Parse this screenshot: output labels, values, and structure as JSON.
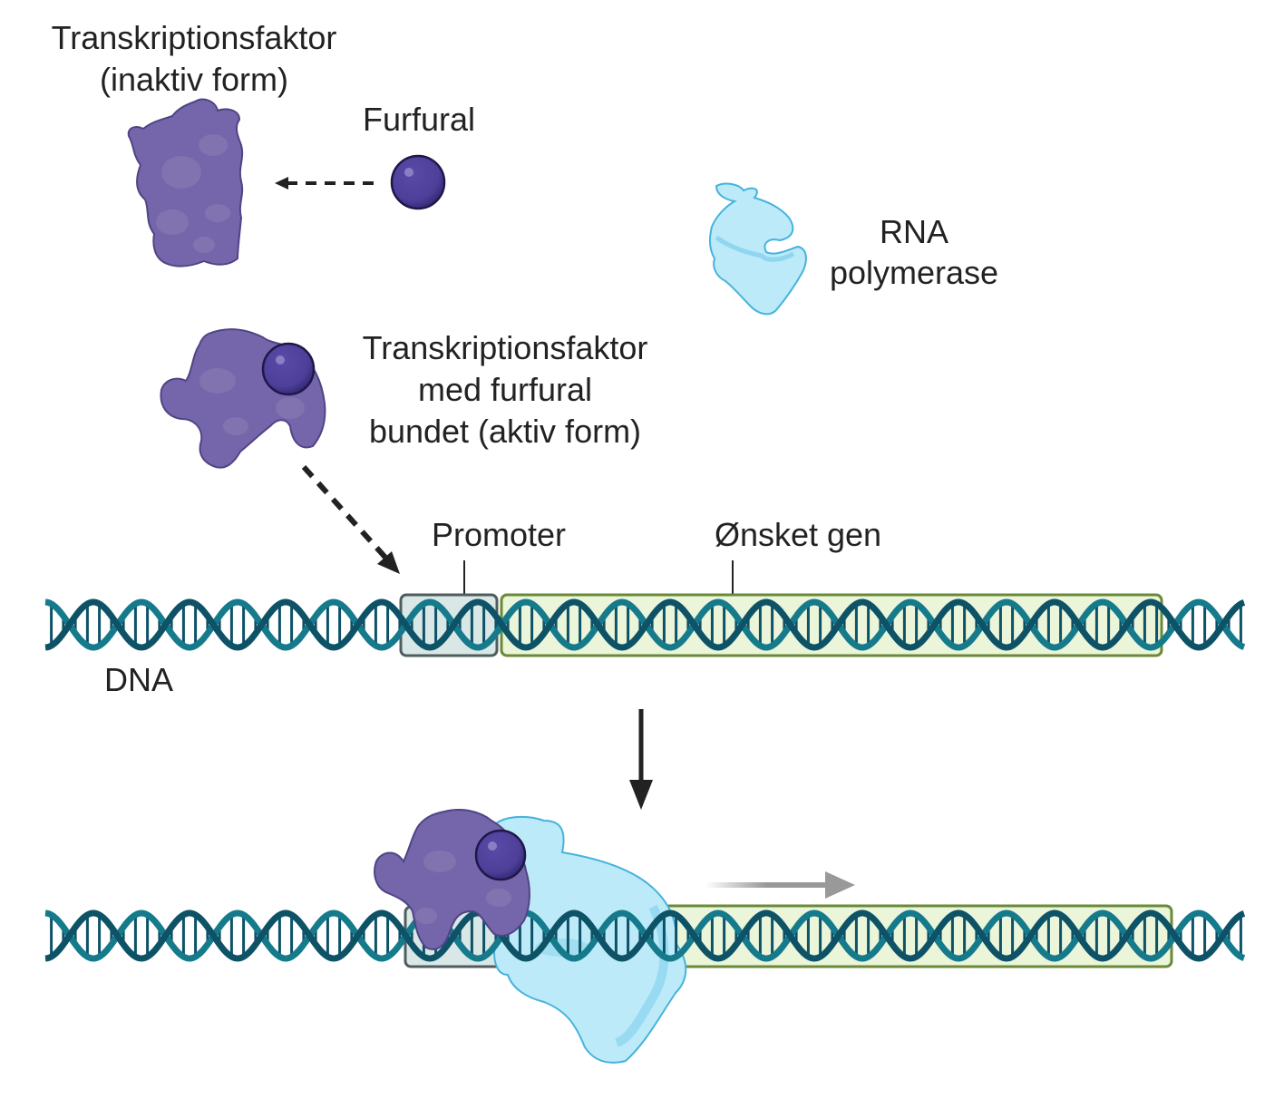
{
  "labels": {
    "tf_inactive_line1": "Transkriptionsfaktor",
    "tf_inactive_line2": "(inaktiv form)",
    "furfural": "Furfural",
    "rnap_line1": "RNA",
    "rnap_line2": "polymerase",
    "tf_active_line1": "Transkriptionsfaktor",
    "tf_active_line2": "med furfural",
    "tf_active_line3": "bundet (aktiv form)",
    "promoter": "Promoter",
    "gene": "Ønsket gen",
    "dna": "DNA"
  },
  "colors": {
    "tf_purple": "#7566ac",
    "tf_purple_light": "#8579b0",
    "tf_outline": "#4f4484",
    "furfural_fill": "#4e3f99",
    "furfural_dark": "#2a2163",
    "rnap_fill": "#bdeaf8",
    "rnap_shade": "#8fd6ef",
    "rnap_outline": "#45b3dc",
    "dna_strand_a": "#157a8c",
    "dna_strand_b": "#0d5266",
    "promoter_fill": "#d9e7e6",
    "promoter_border": "#4f5d5f",
    "gene_fill": "#eaf5d9",
    "gene_border": "#6a8a37",
    "arrow_dark": "#222222",
    "arrow_gray": "#999999"
  }
}
